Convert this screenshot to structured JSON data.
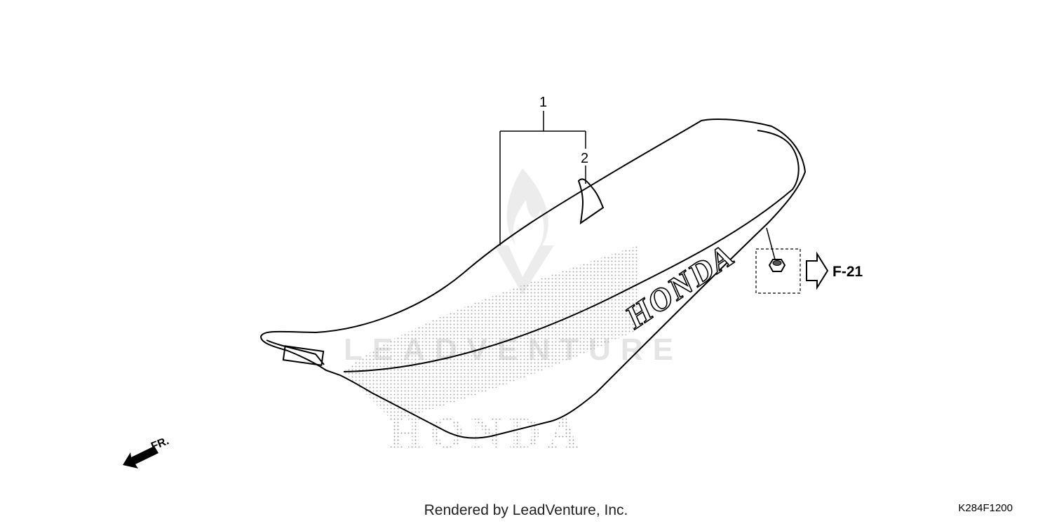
{
  "diagram": {
    "callouts": [
      {
        "id": "1",
        "label": "1"
      },
      {
        "id": "2",
        "label": "2"
      }
    ],
    "seat_logo": "HONDA",
    "reference": "F-21",
    "front_marker": "FR."
  },
  "watermark": {
    "brand": "LEADVENTURE",
    "oem": "HONDA"
  },
  "footer": {
    "rendered_by": "Rendered by LeadVenture, Inc.",
    "diagram_code": "K284F1200"
  },
  "colors": {
    "line": "#000000",
    "watermark": "#e4e4e4",
    "dot_pattern": "#9a9a9a"
  }
}
